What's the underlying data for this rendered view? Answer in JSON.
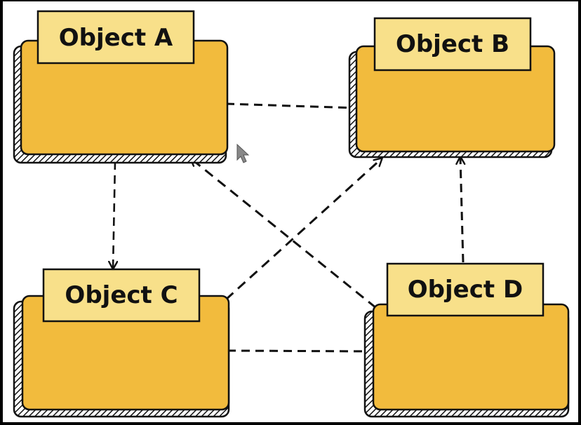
{
  "diagram": {
    "nodes": [
      {
        "id": "a",
        "label": "Object A"
      },
      {
        "id": "b",
        "label": "Object B"
      },
      {
        "id": "c",
        "label": "Object C"
      },
      {
        "id": "d",
        "label": "Object D"
      }
    ],
    "edges": [
      {
        "from": "a",
        "to": "b"
      },
      {
        "from": "a",
        "to": "c"
      },
      {
        "from": "c",
        "to": "b"
      },
      {
        "from": "c",
        "to": "d"
      },
      {
        "from": "d",
        "to": "a"
      },
      {
        "from": "d",
        "to": "b"
      }
    ]
  },
  "colors": {
    "folder_fill": "#f2bb3d",
    "tab_fill": "#f8e08a",
    "stroke": "#111111",
    "background": "#ffffff"
  }
}
